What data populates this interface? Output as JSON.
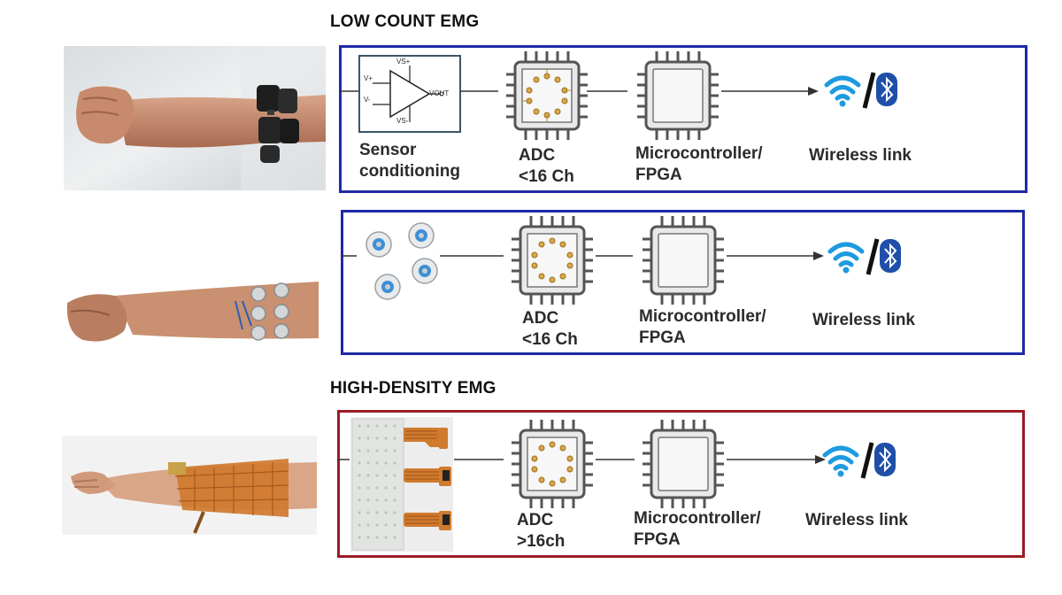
{
  "sections": {
    "low_count_title": "LOW COUNT EMG",
    "high_density_title": "HIGH-DENSITY EMG"
  },
  "rows": [
    {
      "sensor_label_1": "Sensor",
      "sensor_label_2": "conditioning",
      "adc_label_1": "ADC",
      "adc_label_2": "<16 Ch",
      "mcu_label_1": "Microcontroller/",
      "mcu_label_2": "FPGA",
      "wireless_label": "Wireless link"
    },
    {
      "adc_label_1": "ADC",
      "adc_label_2": "<16 Ch",
      "mcu_label_1": "Microcontroller/",
      "mcu_label_2": "FPGA",
      "wireless_label": "Wireless link"
    },
    {
      "adc_label_1": "ADC",
      "adc_label_2": ">16ch",
      "mcu_label_1": "Microcontroller/",
      "mcu_label_2": "FPGA",
      "wireless_label": "Wireless link"
    }
  ],
  "opamp": {
    "vs_plus": "VS+",
    "vs_minus": "VS-",
    "v_plus": "V+",
    "v_minus": "V-",
    "vout": "VOUT"
  },
  "colors": {
    "low_count_border": "#1f2aa6",
    "high_density_border": "#9a1b24",
    "wifi": "#1e9be0",
    "bluetooth": "#1f4fa8"
  },
  "icons": [
    "opamp-icon",
    "chip-icon",
    "wifi-icon",
    "bluetooth-icon",
    "electrode-icon",
    "flex-array-icon"
  ]
}
